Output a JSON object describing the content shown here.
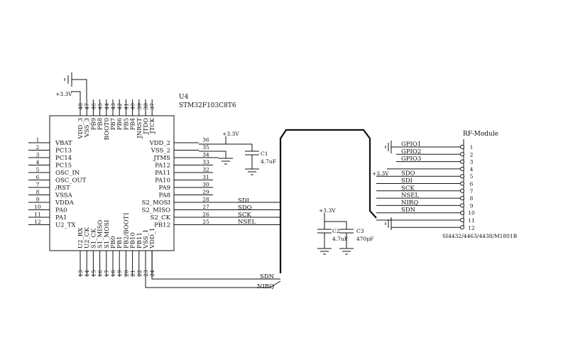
{
  "mcu": {
    "ref": "U4",
    "part": "STM32F103C8T6",
    "left_pins": [
      {
        "num": "1",
        "name": "VBAT"
      },
      {
        "num": "2",
        "name": "PC13"
      },
      {
        "num": "3",
        "name": "PC14"
      },
      {
        "num": "4",
        "name": "PC15"
      },
      {
        "num": "5",
        "name": "OSC_IN"
      },
      {
        "num": "6",
        "name": "OSC_OUT"
      },
      {
        "num": "7",
        "name": "/RST"
      },
      {
        "num": "8",
        "name": "VSSA"
      },
      {
        "num": "9",
        "name": "VDDA"
      },
      {
        "num": "10",
        "name": "PA0"
      },
      {
        "num": "11",
        "name": "PA1"
      },
      {
        "num": "12",
        "name": "U2_TX"
      }
    ],
    "right_pins": [
      {
        "num": "36",
        "name": "VDD_2"
      },
      {
        "num": "35",
        "name": "VSS_2"
      },
      {
        "num": "34",
        "name": "JTMS"
      },
      {
        "num": "33",
        "name": "PA12"
      },
      {
        "num": "32",
        "name": "PA11"
      },
      {
        "num": "31",
        "name": "PA10"
      },
      {
        "num": "30",
        "name": "PA9"
      },
      {
        "num": "29",
        "name": "PA8"
      },
      {
        "num": "28",
        "name": "S2_MOSI"
      },
      {
        "num": "27",
        "name": "S2_MISO"
      },
      {
        "num": "26",
        "name": "S2_CK"
      },
      {
        "num": "25",
        "name": "PB12"
      }
    ],
    "top_pins": [
      {
        "num": "48",
        "name": "VDD_3"
      },
      {
        "num": "47",
        "name": "VSS_3"
      },
      {
        "num": "46",
        "name": "PB9"
      },
      {
        "num": "45",
        "name": "PB8"
      },
      {
        "num": "44",
        "name": "BOOT0"
      },
      {
        "num": "43",
        "name": "PB7"
      },
      {
        "num": "42",
        "name": "PB6"
      },
      {
        "num": "41",
        "name": "PB5"
      },
      {
        "num": "40",
        "name": "PB4"
      },
      {
        "num": "39",
        "name": "JNRST"
      },
      {
        "num": "38",
        "name": "JTDO"
      },
      {
        "num": "37",
        "name": "JTCK"
      }
    ],
    "bottom_pins": [
      {
        "num": "13",
        "name": "U2_RX"
      },
      {
        "num": "14",
        "name": "U2_CK"
      },
      {
        "num": "15",
        "name": "S1_CK"
      },
      {
        "num": "16",
        "name": "S1_MISO"
      },
      {
        "num": "17",
        "name": "S1_MOSI"
      },
      {
        "num": "18",
        "name": "PB0"
      },
      {
        "num": "19",
        "name": "PB1"
      },
      {
        "num": "20",
        "name": "PB2/BOOT1"
      },
      {
        "num": "21",
        "name": "PB10"
      },
      {
        "num": "22",
        "name": "PB11"
      },
      {
        "num": "23",
        "name": "VSS_1"
      },
      {
        "num": "24",
        "name": "VDD_1"
      }
    ]
  },
  "nets": {
    "spi": [
      "SDI",
      "SDO",
      "SCK",
      "NSEL"
    ],
    "ctrl": [
      "SDN",
      "NIRQ"
    ]
  },
  "power": {
    "vcc": "+3.3V",
    "c1_ref": "C1",
    "c1_val": "4.7uF",
    "c2_ref": "C2",
    "c2_val": "4.7uF",
    "c3_ref": "C3",
    "c3_val": "470pF"
  },
  "module": {
    "title": "RF-Module",
    "part": "SI4432/4463/4438/M1801B",
    "pins": [
      {
        "num": "1",
        "name": "GPIO1"
      },
      {
        "num": "2",
        "name": "GPIO2"
      },
      {
        "num": "3",
        "name": "GPIO3"
      },
      {
        "num": "4",
        "name": ""
      },
      {
        "num": "5",
        "name": "SDO"
      },
      {
        "num": "6",
        "name": "SDI"
      },
      {
        "num": "7",
        "name": "SCK"
      },
      {
        "num": "8",
        "name": "NSEL"
      },
      {
        "num": "9",
        "name": "NIRQ"
      },
      {
        "num": "10",
        "name": "SDN"
      },
      {
        "num": "11",
        "name": ""
      },
      {
        "num": "12",
        "name": ""
      }
    ]
  }
}
